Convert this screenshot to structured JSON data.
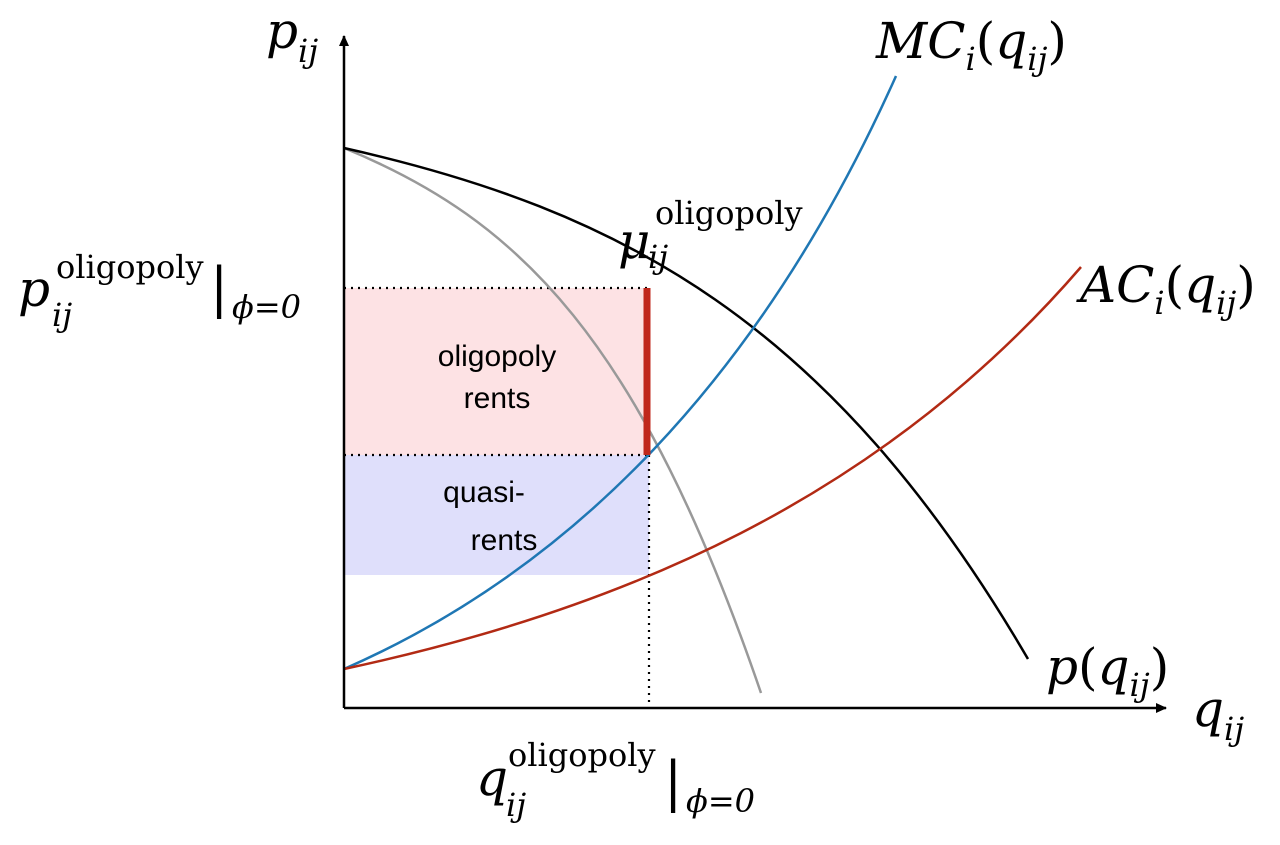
{
  "axes": {
    "y_label": {
      "base": "p",
      "sub": "ij"
    },
    "x_label": {
      "base": "q",
      "sub": "ij"
    }
  },
  "curves": {
    "mc": {
      "text_pre": "MC",
      "sub_i": "i",
      "open": "(",
      "var": "q",
      "var_sub": "ij",
      "close": ")",
      "color": "#1f77b4"
    },
    "ac": {
      "text_pre": "AC",
      "sub_i": "i",
      "open": "(",
      "var": "q",
      "var_sub": "ij",
      "close": ")",
      "color": "#b22a14"
    },
    "demand": {
      "text_pre": "p",
      "open": "(",
      "var": "q",
      "var_sub": "ij",
      "close": ")",
      "color": "#000000"
    },
    "marginal_revenue": {
      "color": "#999999"
    }
  },
  "labels": {
    "price": {
      "base": "p",
      "sup": "oligopoly",
      "sub": "ij",
      "bar": "|",
      "cond": "ϕ=0"
    },
    "quantity": {
      "base": "q",
      "sup": "oligopoly",
      "sub": "ij",
      "bar": "|",
      "cond": "ϕ=0"
    },
    "markup": {
      "base": "μ",
      "sup": "oligopoly",
      "sub": "ij"
    }
  },
  "regions": {
    "oligopoly_rents": {
      "line1": "oligopoly",
      "line2": "rents",
      "color": "#fde2e4"
    },
    "quasi_rents": {
      "line1": "quasi-",
      "line2": "rents",
      "color": "#dfdffb"
    }
  },
  "colors": {
    "markup_bar": "#c0281c",
    "axis": "#000000"
  }
}
